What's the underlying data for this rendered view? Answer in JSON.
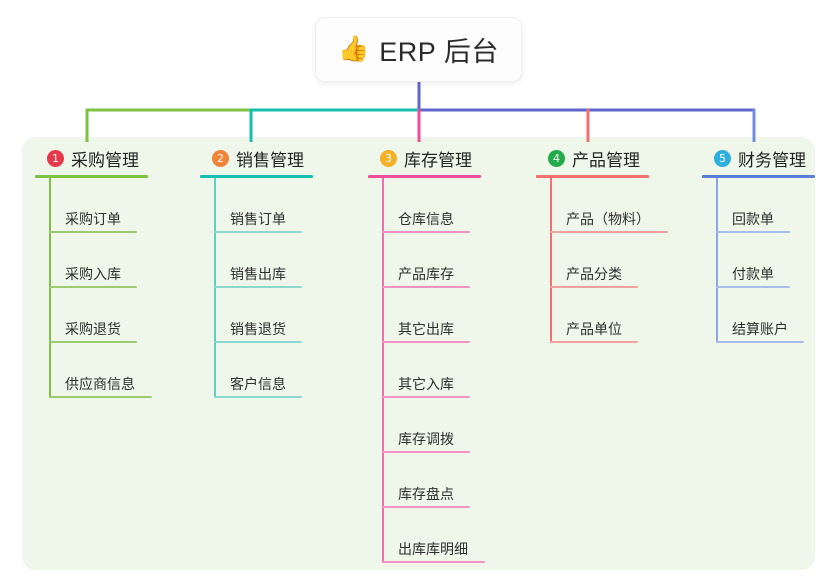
{
  "diagram": {
    "type": "mind-map",
    "root": {
      "icon": "thumbs-up-icon",
      "emoji": "👍",
      "label": "ERP 后台"
    },
    "panel_color": "#eef7e9",
    "branches": [
      {
        "number": "1",
        "label": "采购管理",
        "badge_color": "#e8394c",
        "line_color": "#7ec243",
        "connector_color": "#7ec243",
        "items": [
          "采购订单",
          "采购入库",
          "采购退货",
          "供应商信息"
        ]
      },
      {
        "number": "2",
        "label": "销售管理",
        "badge_color": "#f08437",
        "line_color": "#19bfae",
        "connector_color": "#19bfae",
        "items": [
          "销售订单",
          "销售出库",
          "销售退货",
          "客户信息"
        ]
      },
      {
        "number": "3",
        "label": "库存管理",
        "badge_color": "#f5b125",
        "line_color": "#ed4f9b",
        "connector_color": "#ed4f9b",
        "items": [
          "仓库信息",
          "产品库存",
          "其它出库",
          "其它入库",
          "库存调拨",
          "库存盘点",
          "出库库明细"
        ]
      },
      {
        "number": "4",
        "label": "产品管理",
        "badge_color": "#22ac4c",
        "line_color": "#f2706e",
        "connector_color": "#f2706e",
        "items": [
          "产品（物料）",
          "产品分类",
          "产品单位"
        ]
      },
      {
        "number": "5",
        "label": "财务管理",
        "badge_color": "#2eadde",
        "line_color": "#6d8fe0",
        "connector_color": "#6d8fe0",
        "items": [
          "回款单",
          "付款单",
          "结算账户"
        ]
      }
    ],
    "trunk_color": "#5f66cd"
  }
}
